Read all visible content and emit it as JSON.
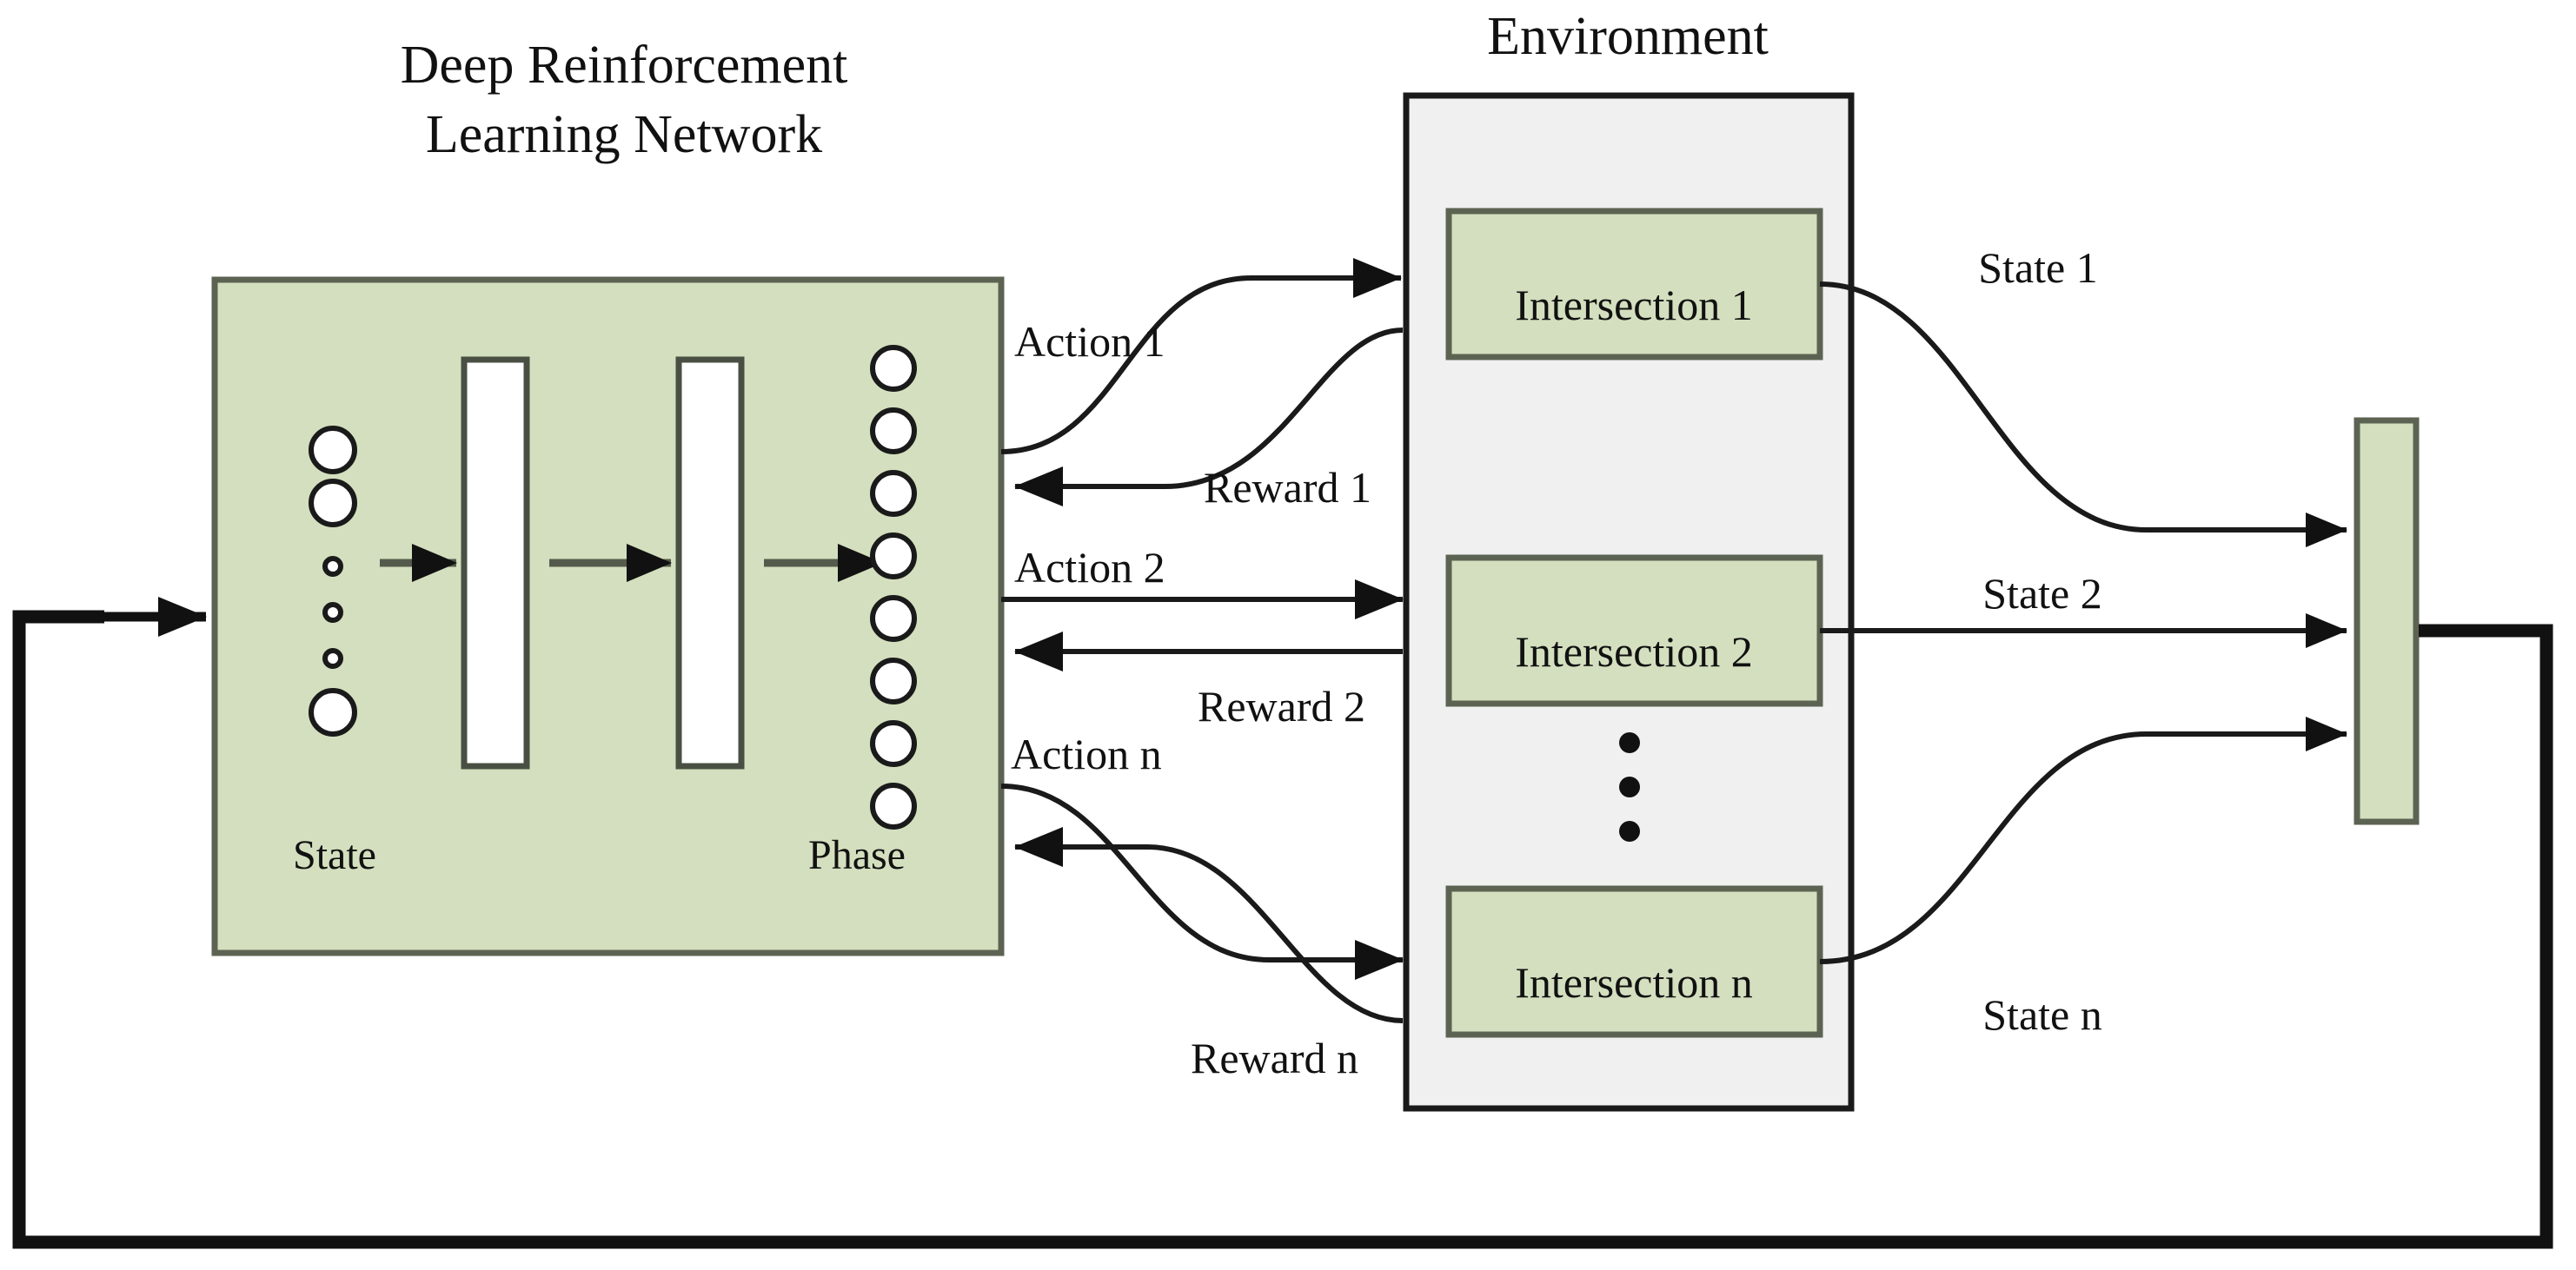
{
  "titles": {
    "network": [
      "Deep Reinforcement",
      "Learning Network"
    ],
    "environment": "Environment"
  },
  "network": {
    "input_label": "State",
    "output_label": "Phase",
    "input_nodes": 3,
    "input_ellipsis_dots": 3,
    "hidden_layers": 2,
    "output_nodes": 8
  },
  "environment": {
    "intersections": [
      {
        "label": "Intersection 1"
      },
      {
        "label": "Intersection 2"
      },
      {
        "label": "Intersection n"
      }
    ],
    "vertical_ellipsis_dots": 3
  },
  "edges": {
    "actions": [
      "Action 1",
      "Action 2",
      "Action n"
    ],
    "rewards": [
      "Reward 1",
      "Reward 2",
      "Reward n"
    ],
    "states": [
      "State 1",
      "State 2",
      "State n"
    ]
  },
  "colors": {
    "panel_green": "#d3dfbe",
    "panel_green_border": "#5d6352",
    "environment_gray": "#f0f0f0",
    "environment_border": "#1a1a1a",
    "line": "#1a1a1a",
    "inner_arrow": "#555b4c",
    "node_fill": "#ffffff",
    "node_stroke": "#1a1a1a",
    "hidden_fill": "#ffffff",
    "text": "#111111"
  }
}
